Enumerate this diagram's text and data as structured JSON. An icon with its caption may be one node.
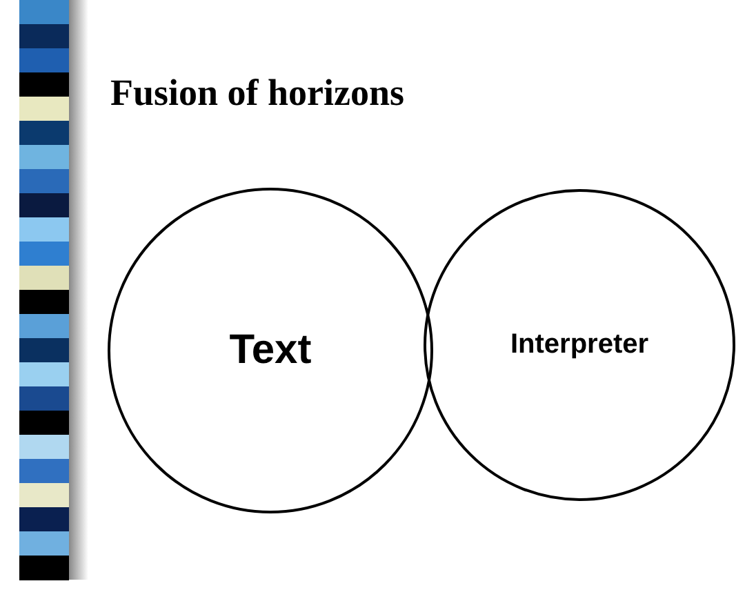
{
  "diagram": {
    "title": "Fusion of horizons",
    "nodes": [
      {
        "text": [
          "Text"
        ]
      },
      {
        "text": [
          "Interpreter"
        ]
      }
    ]
  }
}
